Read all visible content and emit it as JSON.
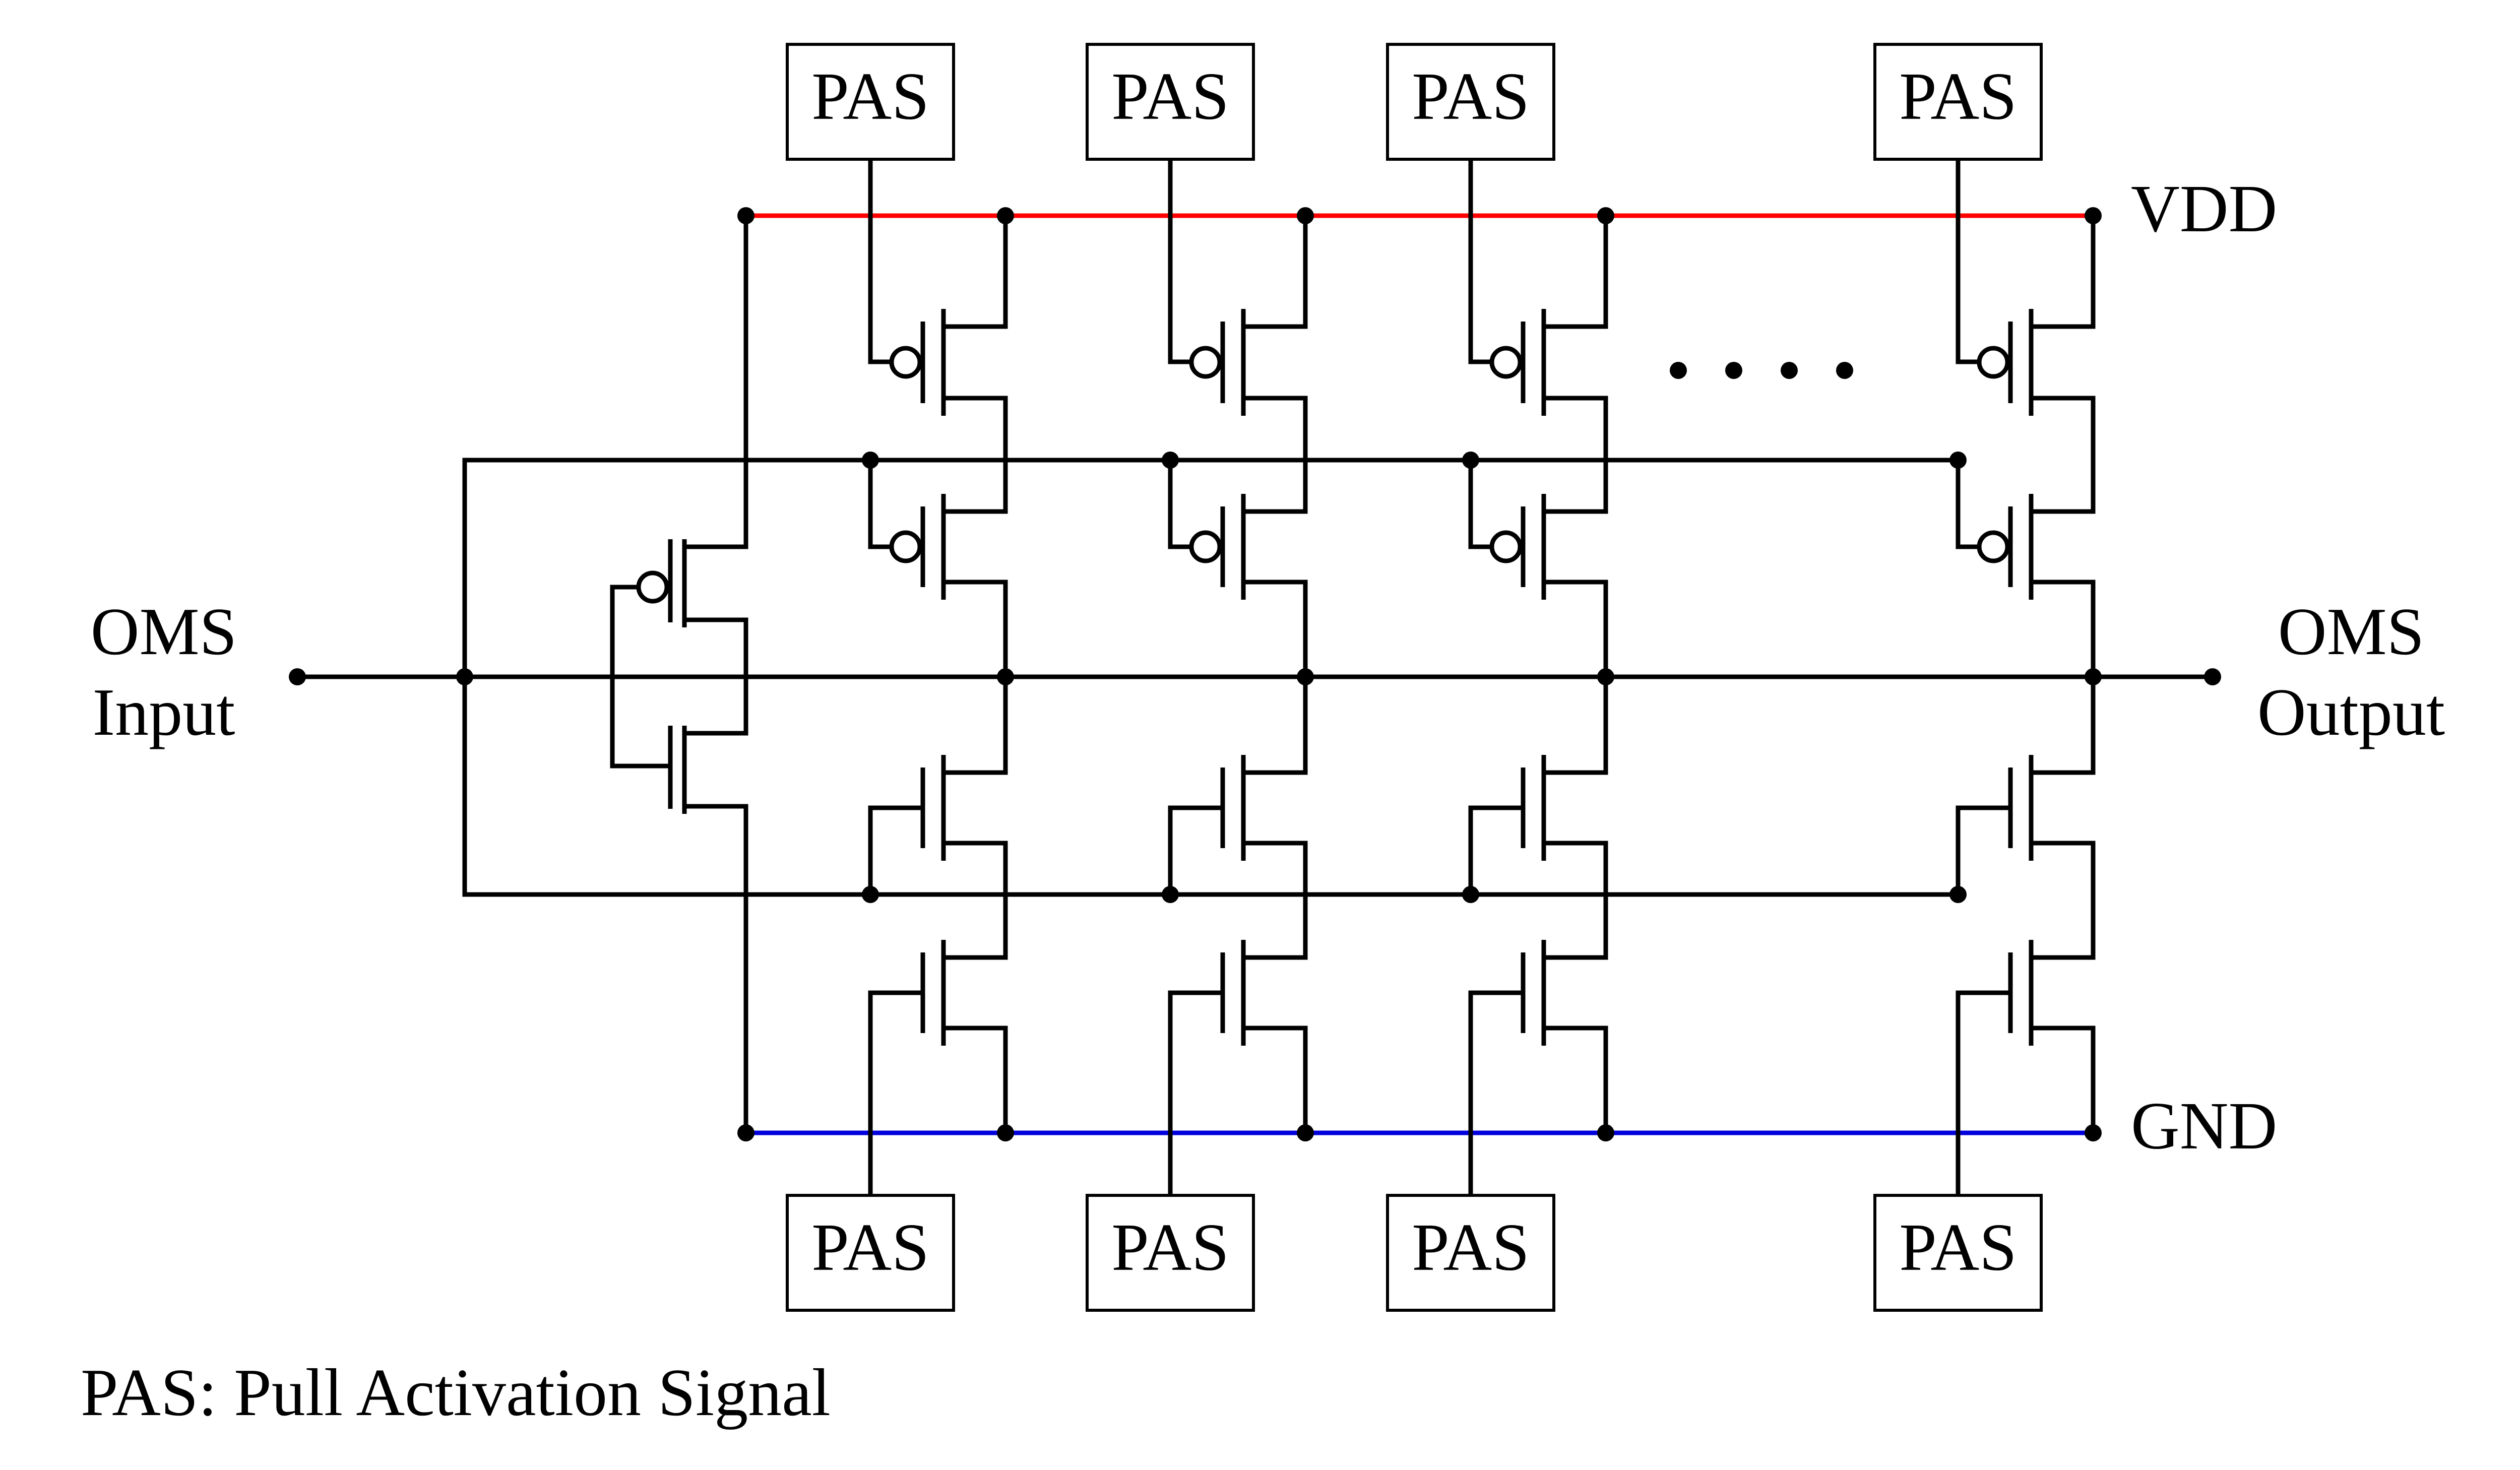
{
  "pas_label": "PAS",
  "rails": {
    "vdd": {
      "label": "VDD",
      "color": "#ff0000"
    },
    "gnd": {
      "label": "GND",
      "color": "#0000dd"
    }
  },
  "input": {
    "line1": "OMS",
    "line2": "Input"
  },
  "output": {
    "line1": "OMS",
    "line2": "Output"
  },
  "ellipsis": "....",
  "legend": "PAS: Pull Activation Signal"
}
